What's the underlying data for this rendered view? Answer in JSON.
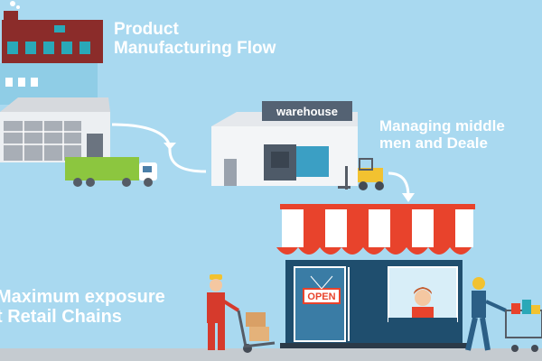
{
  "labels": {
    "title_line1": "Product",
    "title_line2": "Manufacturing Flow",
    "middlemen_line1": "Managing middle",
    "middlemen_line2": "men and Deale",
    "retail_line1": "Maximum exposure",
    "retail_line2": "t Retail Chains"
  },
  "signs": {
    "warehouse": "warehouse",
    "open": "OPEN"
  },
  "colors": {
    "background": "#a9d9f0",
    "factory_brick": "#8b2c2a",
    "window_teal": "#2aa8b8",
    "truck_green": "#8cc63f",
    "forklift_yellow": "#f2c230",
    "awning_red": "#e8432c",
    "store_navy": "#1f4e6e",
    "ground": "#c5cbd0"
  }
}
